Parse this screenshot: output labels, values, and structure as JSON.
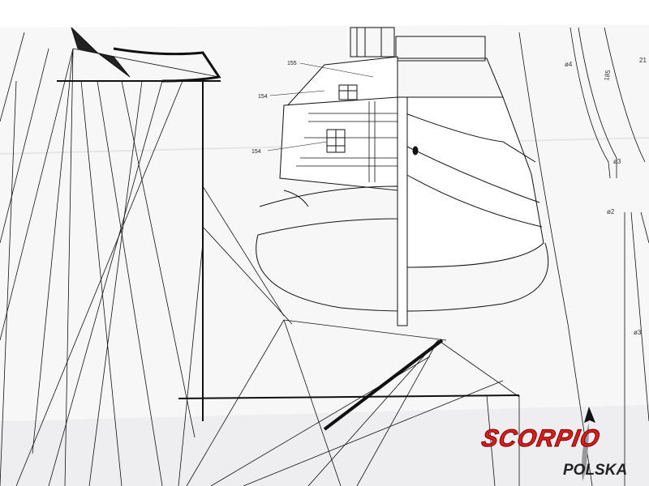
{
  "drawing": {
    "part_labels": [
      "155",
      "154",
      "154"
    ],
    "dimensions": [
      "ø4",
      "185",
      "ø3",
      "ø2",
      "ø3",
      "21"
    ]
  },
  "watermark": {
    "brand": "SCORPIO",
    "sub": "POLSKA",
    "colors": {
      "brand": "#d81e1e",
      "sub": "#222222"
    }
  }
}
